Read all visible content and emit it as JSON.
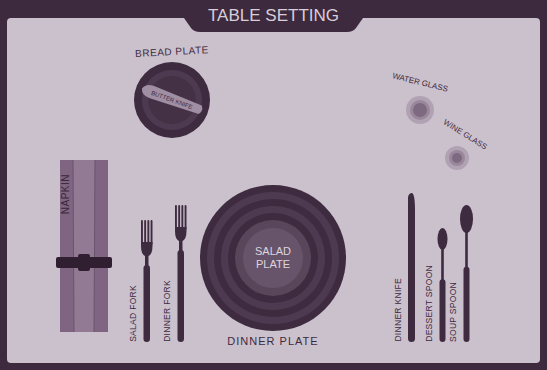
{
  "diagram": {
    "title": "TABLE SETTING",
    "nodes": [
      {
        "text": [
          "BREAD PLATE"
        ]
      },
      {
        "text": [
          "BUTTER KNIFE"
        ],
        "in": 0
      },
      {
        "text": [
          "WATER GLASS"
        ]
      },
      {
        "text": [
          "WINE GLASS"
        ]
      },
      {
        "text": [
          "NAPKIN"
        ]
      },
      {
        "text": [
          "SALAD FORK"
        ]
      },
      {
        "text": [
          "DINNER FORK"
        ]
      },
      {
        "text": [
          "DINNER PLATE"
        ]
      },
      {
        "text": [
          "SALAD PLATE"
        ],
        "in": 7
      },
      {
        "text": [
          "DINNER KNIFE"
        ]
      },
      {
        "text": [
          "DESSERT SPOON"
        ]
      },
      {
        "text": [
          "SOUP SPOON"
        ]
      }
    ]
  }
}
